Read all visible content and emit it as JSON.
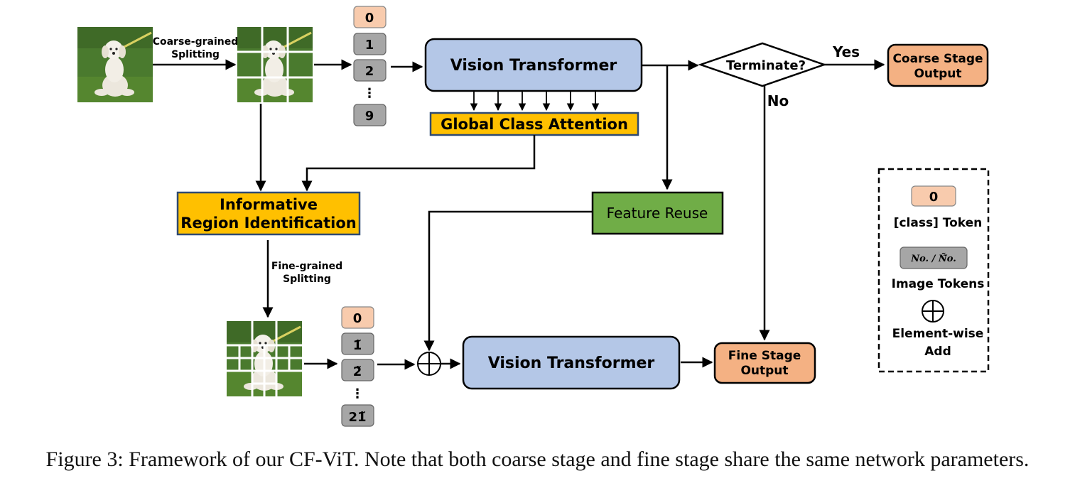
{
  "coarse_split_label": [
    "Coarse-grained",
    "Splitting"
  ],
  "fine_split_label": [
    "Fine-grained",
    "Splitting"
  ],
  "coarse_tokens": [
    "0",
    "1",
    "2",
    "⋮",
    "9"
  ],
  "fine_tokens": [
    "0",
    "1̃",
    "2̃",
    "⋮",
    "21̃"
  ],
  "vision_transformer_top": "Vision Transformer",
  "vision_transformer_bottom": "Vision Transformer",
  "global_class_attention": "Global Class Attention",
  "informative_region": [
    "Informative",
    "Region Identification"
  ],
  "feature_reuse": "Feature Reuse",
  "terminate": "Terminate?",
  "yes": "Yes",
  "no": "No",
  "coarse_output": [
    "Coarse Stage",
    "Output"
  ],
  "fine_output": [
    "Fine Stage",
    "Output"
  ],
  "legend": {
    "class_token_sample": "0",
    "class_token_label": "[class] Token",
    "image_token_sample": "No. / Ñ̃o.",
    "image_token_label": "Image Tokens",
    "add_label": [
      "Element-wise",
      "Add"
    ]
  },
  "caption": "Figure 3: Framework of our CF-ViT. Note that both coarse stage and fine stage share the same network parameters.",
  "colors": {
    "vit_fill": "#b4c7e7",
    "attention_fill": "#ffc000",
    "feature_reuse_fill": "#70ad47",
    "output_fill": "#f4b183",
    "class_token_fill": "#f8cbad",
    "image_token_fill": "#a6a6a6",
    "grass": "#4a7a2e",
    "grass_dark": "#3a5f24",
    "dog": "#ece7dd"
  }
}
